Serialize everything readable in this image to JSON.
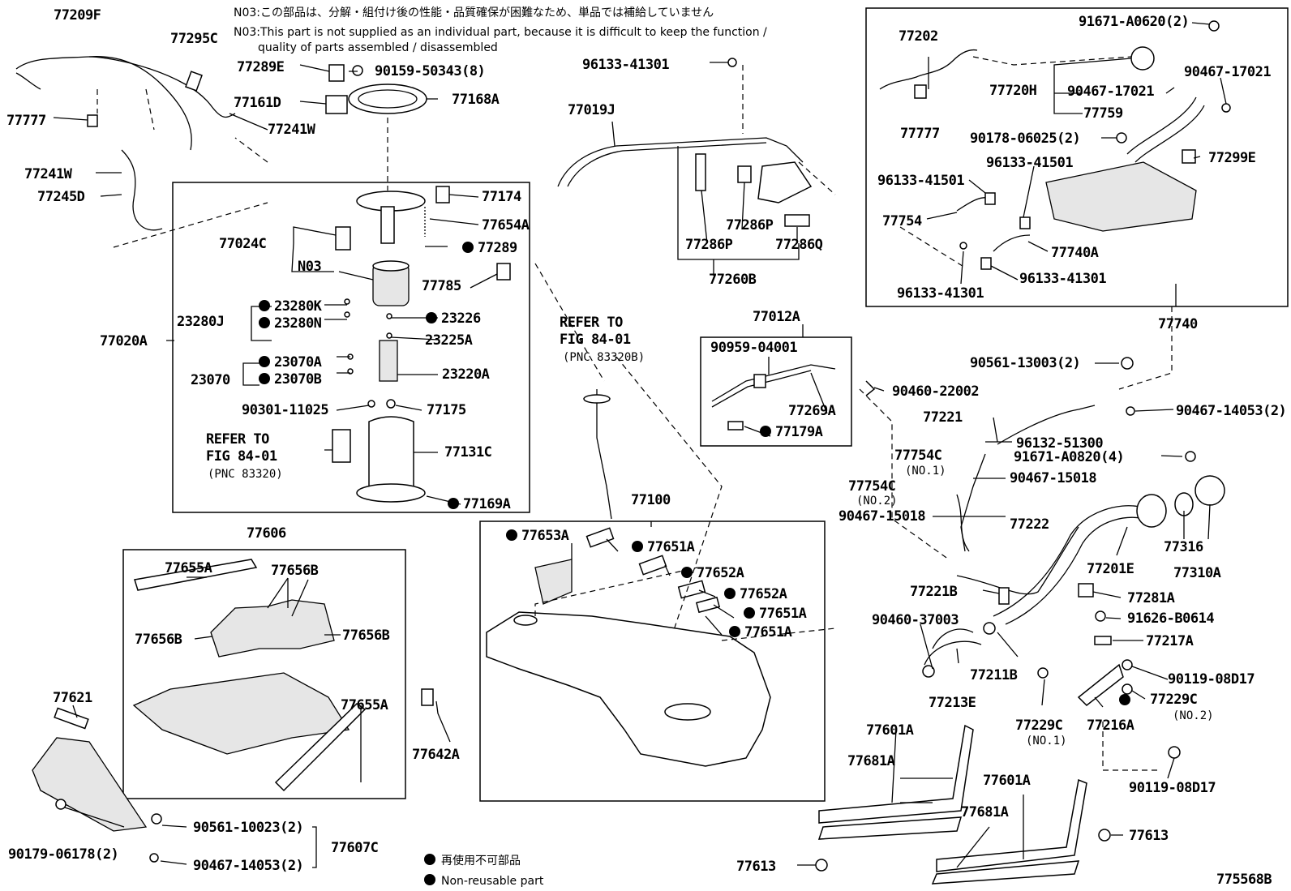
{
  "notes": {
    "n03_jp": "N03:この部品は、分解・組付け後の性能・品質確保が困難なため、単品では補給していません",
    "n03_en_line1": "N03:This part is not supplied as an individual part, because it is difficult to keep the function /",
    "n03_en_line2": "quality of parts assembled / disassembled",
    "legend_jp": "再使用不可部品",
    "legend_en": "Non-reusable part",
    "figure_id": "775568B"
  },
  "refs": {
    "ref1_line1": "REFER TO",
    "ref1_line2": "FIG 84-01",
    "ref1_line3": "(PNC 83320)",
    "ref2_line1": "REFER TO",
    "ref2_line2": "FIG 84-01",
    "ref2_line3": "(PNC 83320B)"
  },
  "labels": {
    "l77209F": "77209F",
    "l77295C": "77295C",
    "l77777a": "77777",
    "l77289E": "77289E",
    "l90159": "90159-50343(8)",
    "l77161D": "77161D",
    "l77168A": "77168A",
    "l77241Wa": "77241W",
    "l77241Wb": "77241W",
    "l77245D": "77245D",
    "l77174": "77174",
    "l77654A": "77654A",
    "l77024C": "77024C",
    "l77289": "77289",
    "lN03": "N03",
    "l77785": "77785",
    "l23280K": "23280K",
    "l23280J": "23280J",
    "l23280N": "23280N",
    "l23226": "23226",
    "l77020A": "77020A",
    "l23225A": "23225A",
    "l23070A": "23070A",
    "l23070": "23070",
    "l23070B": "23070B",
    "l23220A": "23220A",
    "l90301": "90301-11025",
    "l77175": "77175",
    "l77131C": "77131C",
    "l77169A": "77169A",
    "l77606": "77606",
    "l77655Aa": "77655A",
    "l77656Ba": "77656B",
    "l77656Bb": "77656B",
    "l77656Bc": "77656B",
    "l77655Ab": "77655A",
    "l77621": "77621",
    "l90561a": "90561-10023(2)",
    "l77607C": "77607C",
    "l90179": "90179-06178(2)",
    "l90467a": "90467-14053(2)",
    "l96133a": "96133-41301",
    "l77019J": "77019J",
    "l77286Pa": "77286P",
    "l77286Pb": "77286P",
    "l77286Q": "77286Q",
    "l77260B": "77260B",
    "l77012A": "77012A",
    "l90959": "90959-04001",
    "l77269A": "77269A",
    "l77179A": "77179A",
    "l90460a": "90460-22002",
    "l77100": "77100",
    "l77653A": "77653A",
    "l77651Aa": "77651A",
    "l77652Aa": "77652A",
    "l77652Ab": "77652A",
    "l77651Ab": "77651A",
    "l77651Ac": "77651A",
    "l77642A": "77642A",
    "l77202": "77202",
    "l91671a": "91671-A0620(2)",
    "l90467b": "90467-17021",
    "l77720H": "77720H",
    "l90467c": "90467-17021",
    "l77759": "77759",
    "l77777b": "77777",
    "l90178": "90178-06025(2)",
    "l77299E": "77299E",
    "l96133b": "96133-41501",
    "l96133c": "96133-41501",
    "l77754": "77754",
    "l77740A": "77740A",
    "l96133d": "96133-41301",
    "l96133e": "96133-41301",
    "l77740": "77740",
    "l90561b": "90561-13003(2)",
    "l90467d": "90467-14053(2)",
    "l77221": "77221",
    "l96132": "96132-51300",
    "l91671b": "91671-A0820(4)",
    "l77754Ca": "77754C",
    "lno1a": "(NO.1)",
    "l90467e": "90467-15018",
    "l77754Cb": "77754C",
    "lno2a": "(NO.2)",
    "l90467f": "90467-15018",
    "l77222": "77222",
    "l77316": "77316",
    "l77201E": "77201E",
    "l77310A": "77310A",
    "l77221B": "77221B",
    "l77281A": "77281A",
    "l90460b": "90460-37003",
    "l91626": "91626-B0614",
    "l77217A": "77217A",
    "l77211B": "77211B",
    "l90119a": "90119-08D17",
    "l77213E": "77213E",
    "l77229Ca": "77229C",
    "l77229Cb": "77229C",
    "lno2b": "(NO.2)",
    "lno1b": "(NO.1)",
    "l77216A": "77216A",
    "l77601Aa": "77601A",
    "l77681Aa": "77681A",
    "l77601Ab": "77601A",
    "l77681Ab": "77681A",
    "l90119b": "90119-08D17",
    "l77613a": "77613",
    "l77613b": "77613"
  }
}
